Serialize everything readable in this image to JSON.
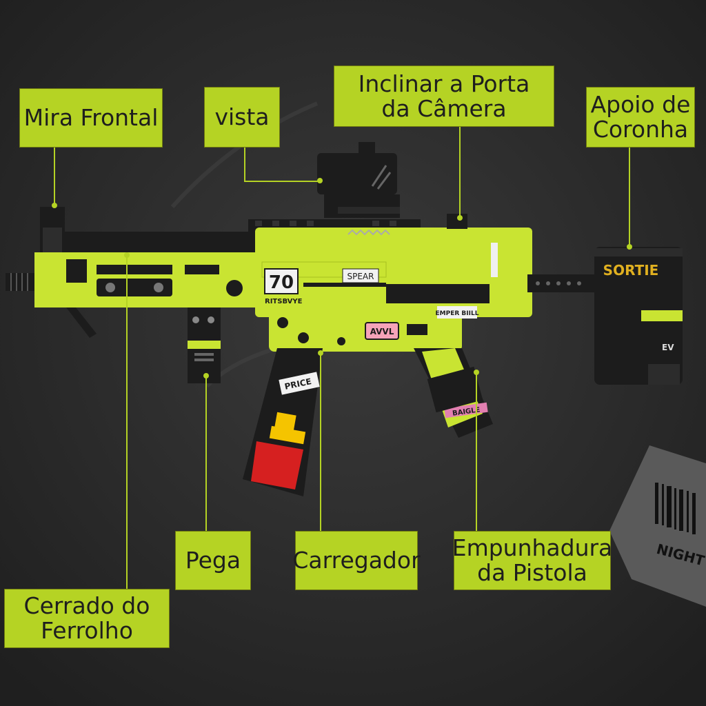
{
  "colors": {
    "accent": "#b5d324",
    "gun_body": "#c9e432",
    "gun_dark": "#1c1c1c",
    "background": "#2b2b2b"
  },
  "gun_markings": {
    "number": "70",
    "under_number": "RITSBVYE",
    "spear": "SPEAR",
    "ember": "EMPER BIILL",
    "avvl": "AVVL",
    "price": "PRICE",
    "baigle": "BAIGLE",
    "stock_brand": "SORTIE",
    "stock_small": "EV"
  },
  "tag": {
    "text": "NIGHT"
  },
  "labels": {
    "mira_frontal": "Mira Frontal",
    "vista": "vista",
    "camera_1": "Inclinar a Porta",
    "camera_2": "da Câmera",
    "coronha_1": "Apoio de",
    "coronha_2": "Coronha",
    "pega": "Pega",
    "carregador": "Carregador",
    "pistola_1": "Empunhadura",
    "pistola_2": "da Pistola",
    "ferrolho_1": "Cerrado do",
    "ferrolho_2": "Ferrolho"
  }
}
